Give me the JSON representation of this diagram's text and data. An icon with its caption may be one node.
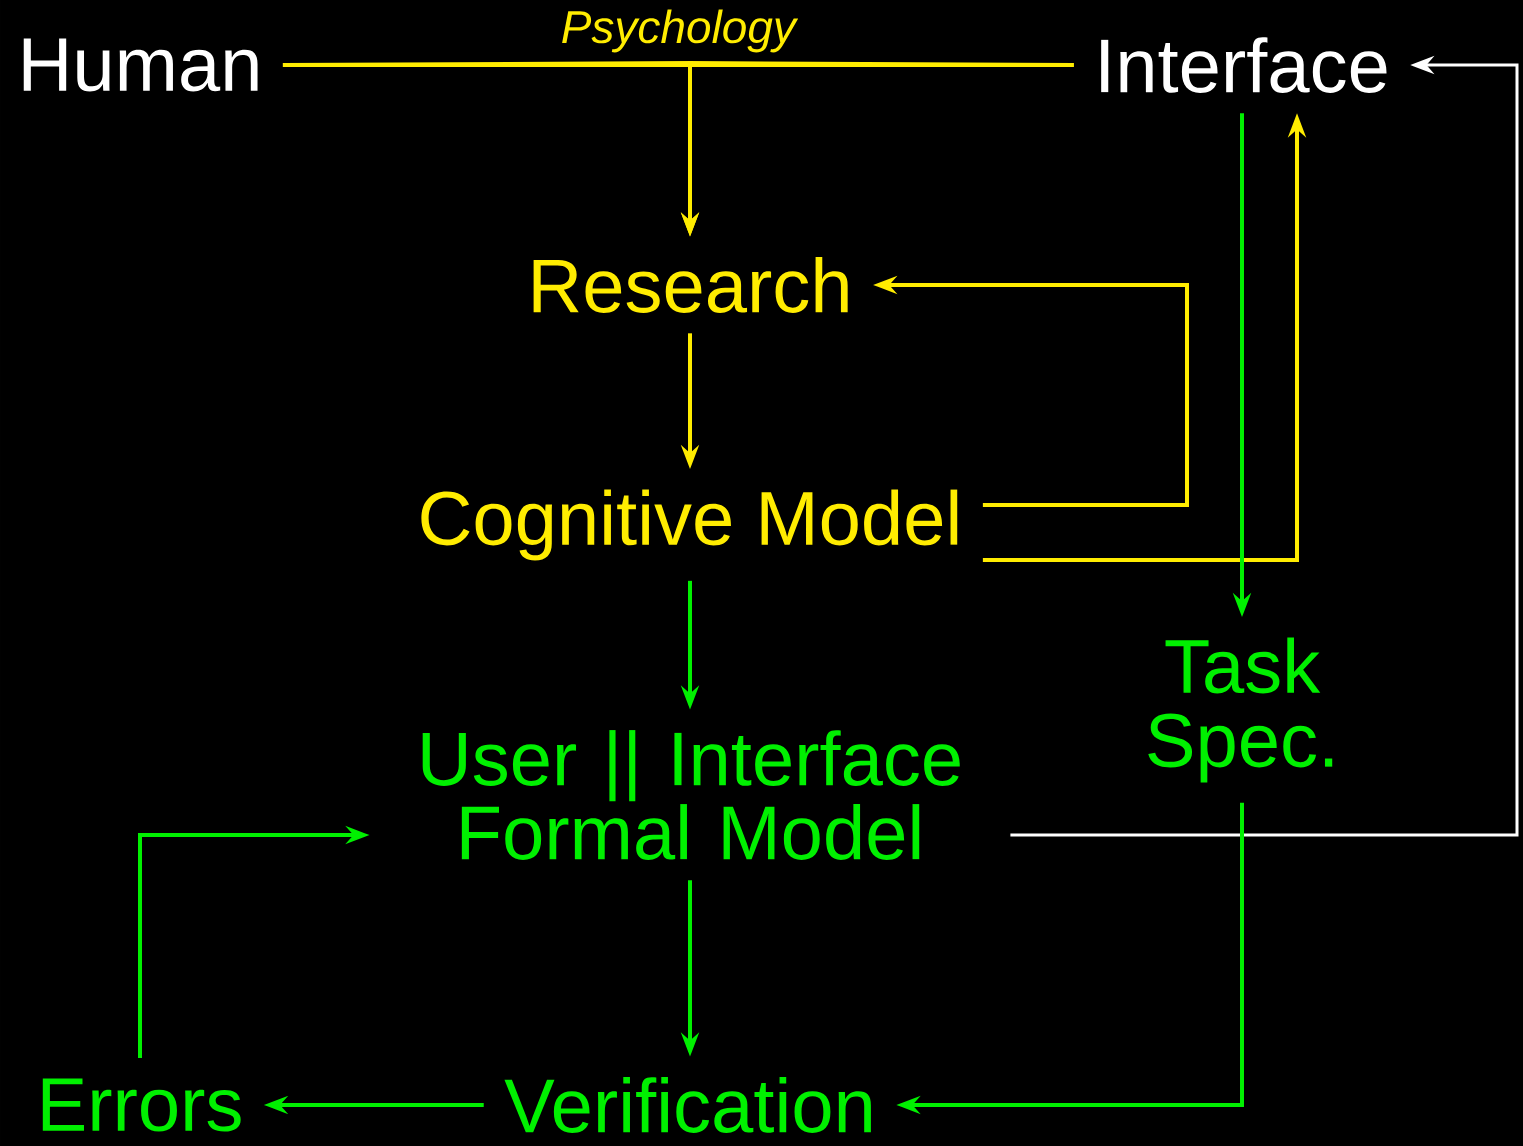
{
  "diagram": {
    "nodes": [
      {
        "text": [
          "Human"
        ]
      },
      {
        "text": [
          "Interface"
        ]
      },
      {
        "text": [
          "Research"
        ]
      },
      {
        "text": [
          "Cognitive Model"
        ]
      },
      {
        "text": [
          "Task Spec."
        ]
      },
      {
        "text": [
          "User || Interface Formal Model"
        ]
      },
      {
        "text": [
          "Errors"
        ]
      },
      {
        "text": [
          "Verification"
        ]
      }
    ],
    "edges": [
      {
        "from": 0,
        "to": 1,
        "arrow": "none",
        "label": "Psychology",
        "color": "#ffec00"
      },
      {
        "from": 0,
        "to": 2,
        "arrow": "to",
        "color": "#ffec00"
      },
      {
        "from": 1,
        "to": 2,
        "arrow": "to",
        "color": "#ffec00"
      },
      {
        "from": 2,
        "to": 3,
        "arrow": "to",
        "color": "#ffec00"
      },
      {
        "from": 3,
        "to": 2,
        "arrow": "to",
        "color": "#ffec00"
      },
      {
        "from": 3,
        "to": 1,
        "arrow": "to",
        "color": "#ffec00"
      },
      {
        "from": 1,
        "to": 4,
        "arrow": "to",
        "color": "#00f000"
      },
      {
        "from": 3,
        "to": 5,
        "arrow": "to",
        "color": "#00f000"
      },
      {
        "from": 5,
        "to": 1,
        "arrow": "to",
        "color": "#ffffff"
      },
      {
        "from": 4,
        "to": 7,
        "arrow": "to",
        "color": "#00f000"
      },
      {
        "from": 5,
        "to": 7,
        "arrow": "to",
        "color": "#00f000"
      },
      {
        "from": 7,
        "to": 6,
        "arrow": "to",
        "color": "#00f000"
      },
      {
        "from": 6,
        "to": 5,
        "arrow": "to",
        "color": "#00f000"
      }
    ]
  }
}
